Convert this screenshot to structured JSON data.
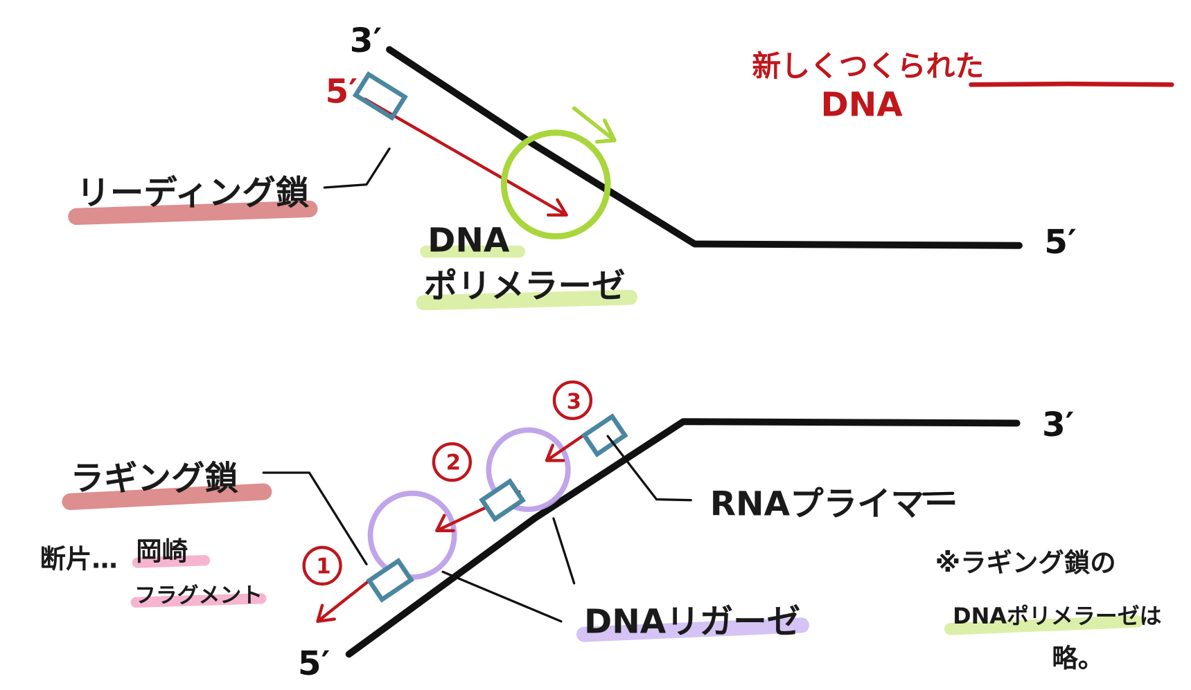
{
  "colors": {
    "strand": "#111111",
    "new_dna": "#c0161c",
    "primer": "#4a86a0",
    "polymerase": "#a9d63c",
    "ligase": "#b99be8",
    "highlight_red": "#d77a7a",
    "highlight_green": "#d6ec9a",
    "highlight_purple": "#cdb8f2",
    "highlight_pink": "#f4a9c8"
  },
  "top": {
    "prime_3": "3′",
    "prime_5_red": "5′",
    "prime_5_right": "5′",
    "leading_label": "リーディング鎖",
    "polymerase_line1": "DNA",
    "polymerase_line2": "ポリメラーゼ"
  },
  "legend": {
    "line1": "新しくつくられた",
    "line2": "DNA"
  },
  "bottom": {
    "prime_3": "3′",
    "prime_5": "5′",
    "lagging_label": "ラギング鎖",
    "fragment_prefix": "断片…",
    "okazaki": "岡崎",
    "fragment": "フラグメント",
    "rna_primer": "RNAプライマー",
    "ligase": "DNAリガーゼ",
    "steps": [
      "1",
      "2",
      "3"
    ]
  },
  "note": {
    "line1": "※ラギング鎖の",
    "line2": "DNAポリメラーゼは",
    "line3": "略。"
  }
}
